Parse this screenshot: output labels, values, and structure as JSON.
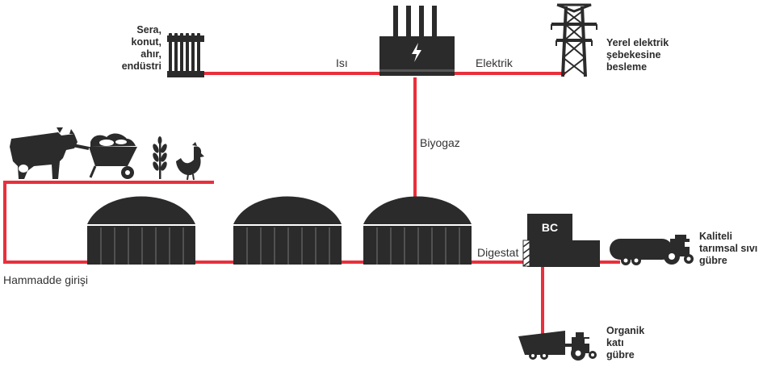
{
  "labels": {
    "heat": "Isı",
    "electricity": "Elektrik",
    "biogas": "Biyogaz",
    "digestate": "Digestat",
    "raw_input": "Hammadde girişi",
    "bc": "BC"
  },
  "heat_users": [
    "Sera,",
    "konut,",
    "ahır,",
    "endüstri"
  ],
  "grid_feed": [
    "Yerel elektrik",
    "şebekesine",
    "besleme"
  ],
  "liquid_fertilizer": [
    "Kaliteli",
    "tarımsal sıvı",
    "gübre"
  ],
  "solid_fertilizer": [
    "Organik",
    "katı",
    "gübre"
  ],
  "colors": {
    "pipe": "#e8303c",
    "dark": "#2b2b2b",
    "text": "#333333"
  }
}
